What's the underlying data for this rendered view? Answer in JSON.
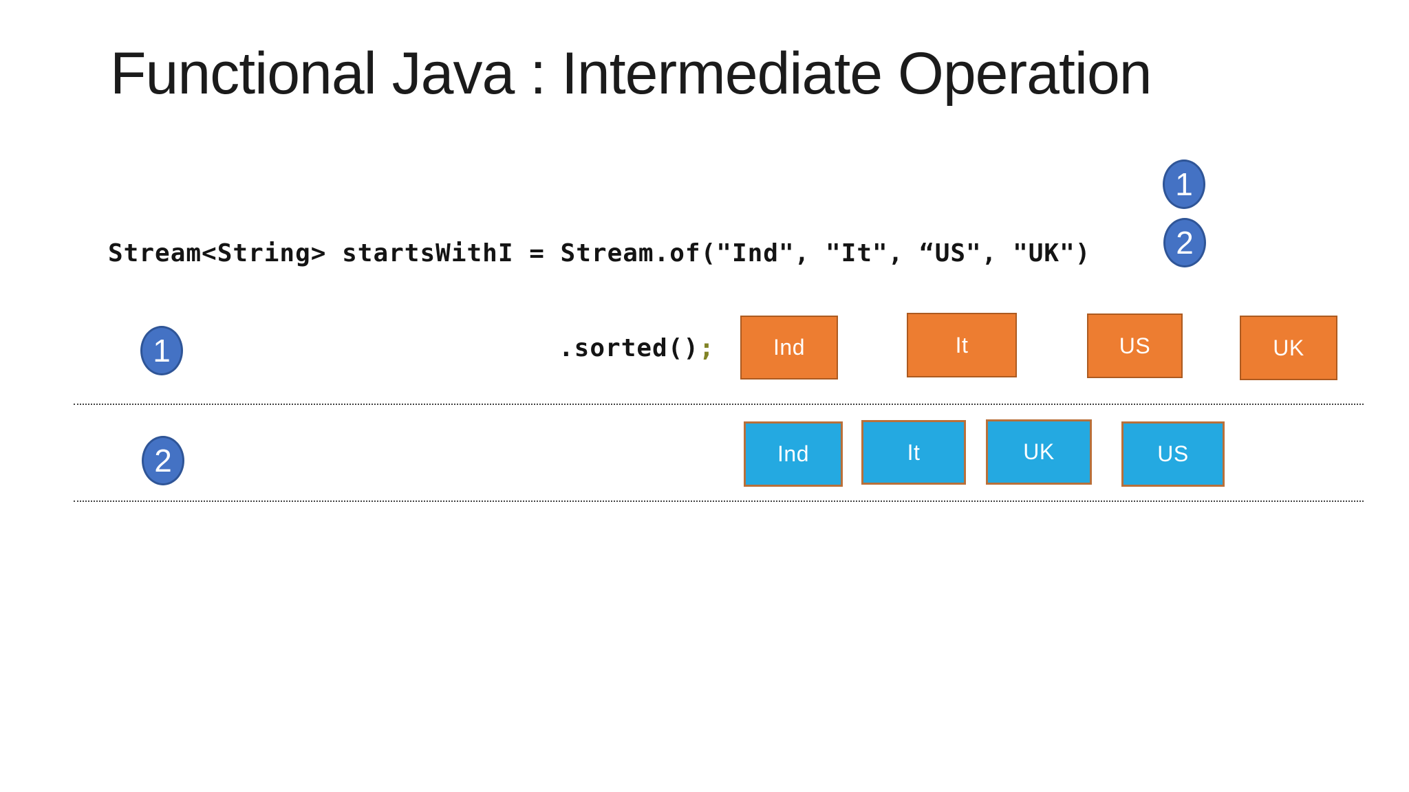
{
  "title": "Functional Java : Intermediate Operation",
  "code": {
    "line1": "Stream<String> startsWithI = Stream.of(\"Ind\", \"It\", “US\", \"UK\")",
    "line2_method": ".sorted()",
    "line2_terminator": ";"
  },
  "legend": {
    "steps": [
      {
        "label": "1"
      },
      {
        "label": "2"
      }
    ]
  },
  "rows": [
    {
      "step": "1",
      "style": "orange",
      "boxes": [
        {
          "label": "Ind"
        },
        {
          "label": "It"
        },
        {
          "label": "US"
        },
        {
          "label": "UK"
        }
      ]
    },
    {
      "step": "2",
      "style": "cyan",
      "boxes": [
        {
          "label": "Ind"
        },
        {
          "label": "It"
        },
        {
          "label": "UK"
        },
        {
          "label": "US"
        }
      ]
    }
  ],
  "colors": {
    "step_circle_fill": "#4472C4",
    "step_circle_border": "#2F5597",
    "orange_box_fill": "#ED7D31",
    "orange_box_border": "#AC5A20",
    "cyan_box_fill": "#24A9E1",
    "cyan_box_border": "#B9703A",
    "code_text": "#141414",
    "semicolon_accent": "#818326",
    "title_text": "#1b1b1b"
  }
}
